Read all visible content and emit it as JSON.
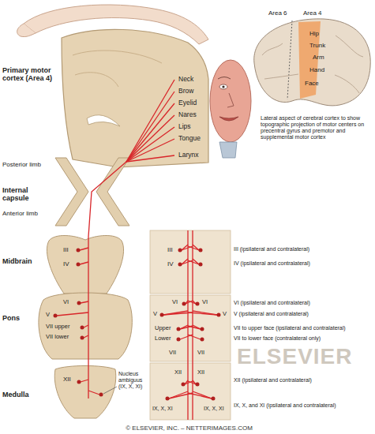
{
  "diagram": {
    "labels": [
      "Primary motor cortex (Area 4)",
      "Neck",
      "Brow",
      "Eyelid",
      "Nares",
      "Lips",
      "Tongue",
      "Larynx",
      "Area 6",
      "Area 4",
      "Hip",
      "Trunk",
      "Arm",
      "Hand",
      "Face",
      "Lateral aspect of cerebral cortex to show topographic projection of motor centers on precentral gyrus and premotor and supplemental motor cortex",
      "Posterior limb",
      "Internal capsule",
      "Anterior limb",
      "Midbrain",
      "III",
      "IV",
      "III",
      "IV",
      "III (ipsilateral and contralateral)",
      "IV (ipsilateral and contralateral)",
      "Pons",
      "VI",
      "V",
      "VII upper",
      "VII lower",
      "VI",
      "VI",
      "V",
      "V",
      "Upper",
      "Lower",
      "VII",
      "VII",
      "VI (ipsilateral and contralateral)",
      "V (ipsilateral and contralateral)",
      "VII to upper face (ipsilateral and contralateral)",
      "VII to lower face (contralateral only)",
      "Medulla",
      "XII",
      "Nucleus ambiguus (IX, X, XI)",
      "XII",
      "XII",
      "IX, X, XI",
      "IX, X, XI",
      "XII (ipsilateral and contralateral)",
      "IX, X, and XI (ipsilateral and contralateral)",
      "ELSEVIER",
      "© ELSEVIER, INC. – NETTERIMAGES.COM"
    ]
  }
}
